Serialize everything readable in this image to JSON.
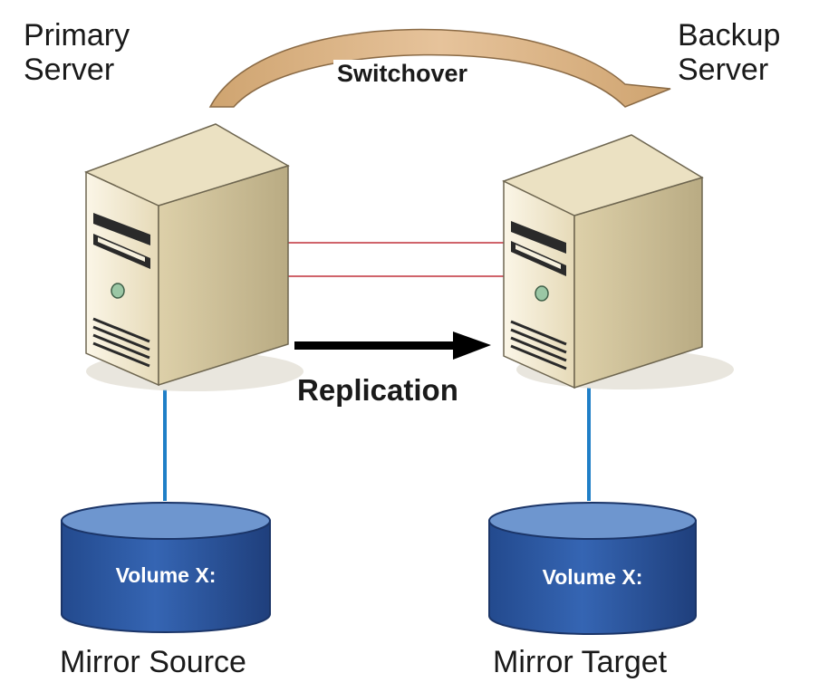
{
  "primary_server": {
    "label_line1": "Primary",
    "label_line2": "Server"
  },
  "backup_server": {
    "label_line1": "Backup",
    "label_line2": "Server"
  },
  "switchover_label": "Switchover",
  "replication_label": "Replication",
  "source_volume": {
    "label": "Volume X:",
    "caption": "Mirror Source"
  },
  "target_volume": {
    "label": "Volume X:",
    "caption": "Mirror Target"
  },
  "colors": {
    "server_face": "#f1e8cf",
    "server_side": "#cdbf97",
    "server_top": "#e7dcba",
    "switchover_arrow": "#dbb286",
    "replication_arrow": "#000000",
    "link_lines": "#c0313a",
    "connector_lines": "#1f7fc7",
    "volume_fill": "#2f5aa6",
    "volume_top": "#6e96cf"
  }
}
